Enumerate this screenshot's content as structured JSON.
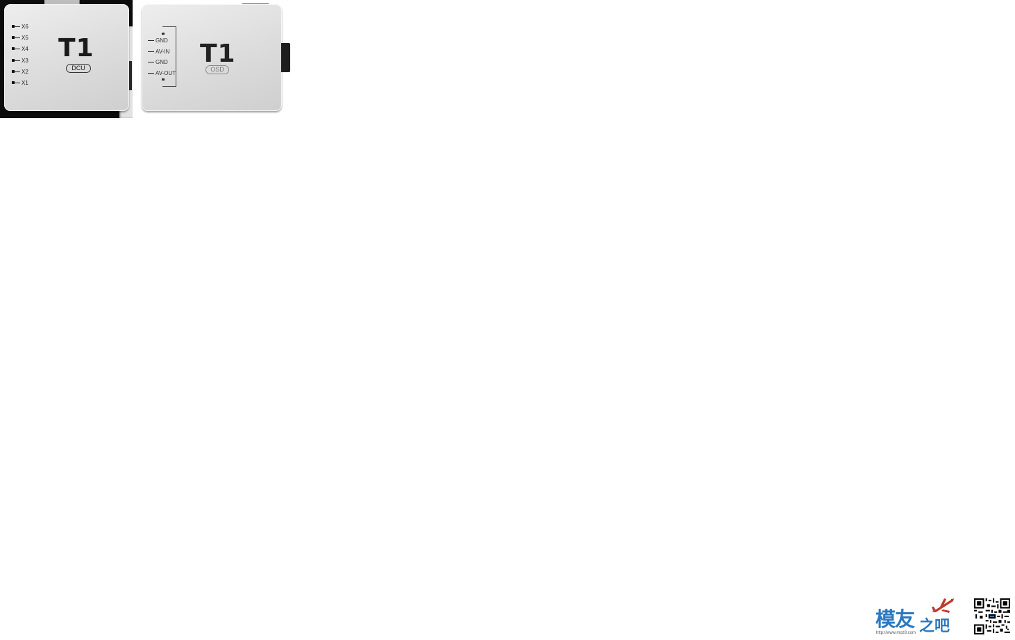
{
  "dcu_module": {
    "logo": "T1",
    "badge": "DCU",
    "pins": [
      "X6",
      "X5",
      "X4",
      "X3",
      "X2",
      "X1"
    ]
  },
  "osd_module": {
    "logo": "T1",
    "badge": "OSD",
    "pins": [
      "GND",
      "AV-IN",
      "GND",
      "AV-OUT"
    ]
  },
  "watermark": {
    "brand_main": "模友",
    "brand_suffix": "之吧",
    "url": "http://www.moz8.com",
    "icons": [
      "airplane-icon",
      "qr-code-icon"
    ],
    "colors": {
      "brand_blue": "#2a78c0",
      "plane_red": "#c0392b"
    }
  }
}
